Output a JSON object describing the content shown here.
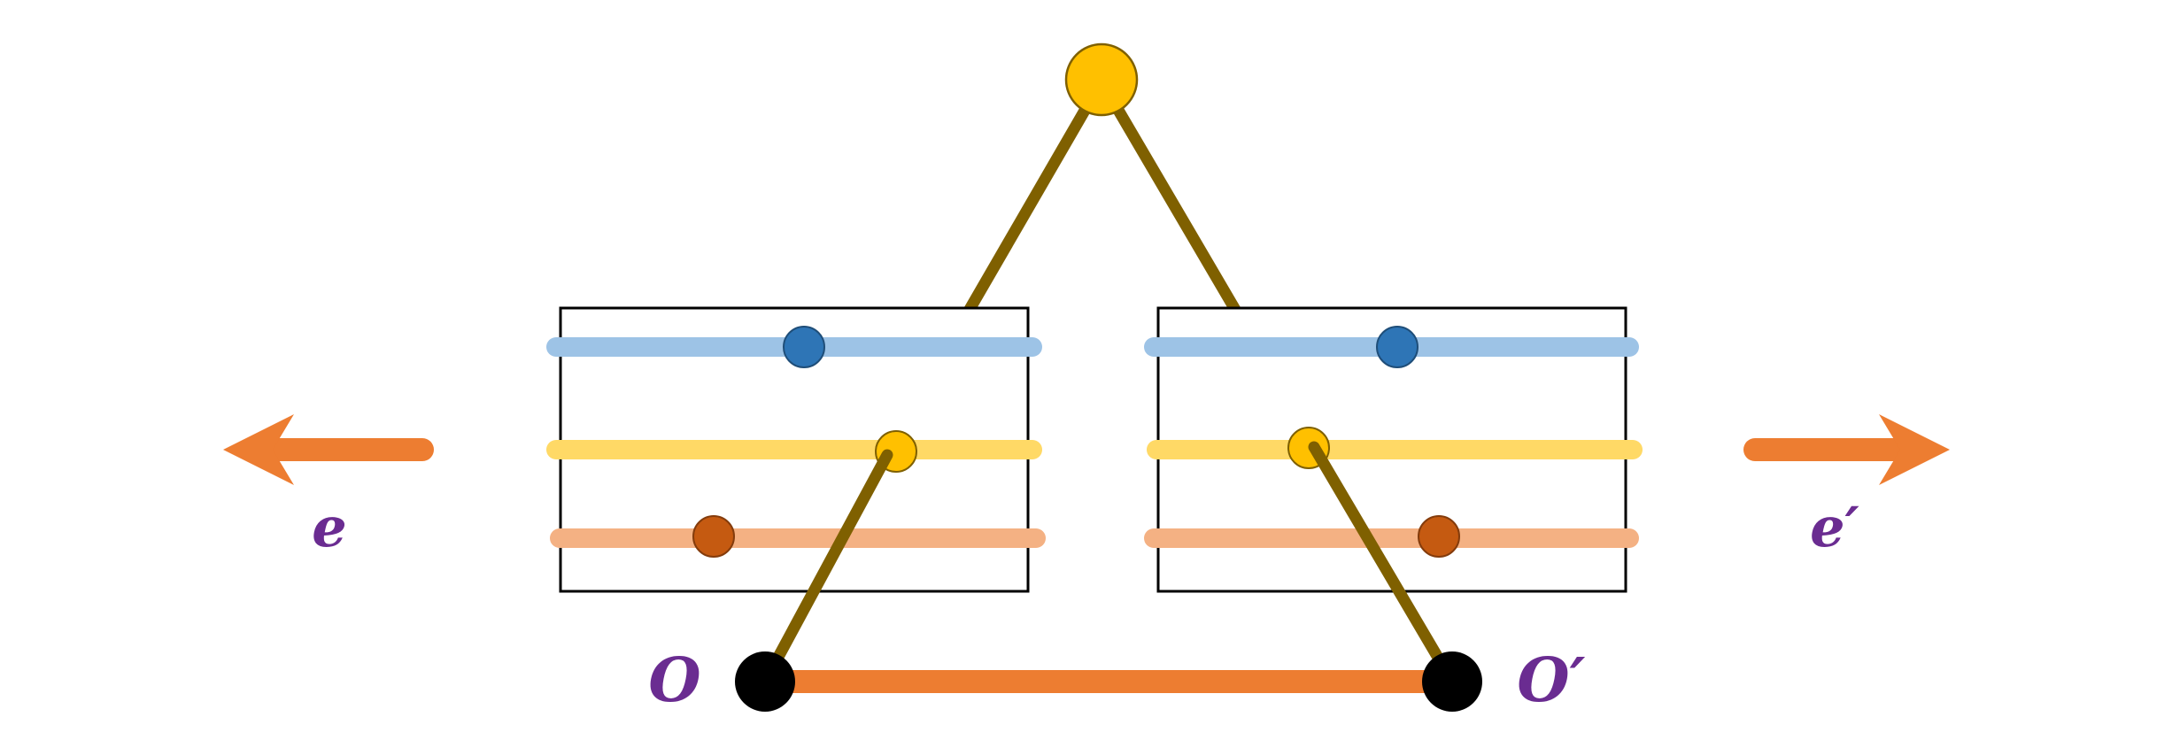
{
  "colors": {
    "background": "#ffffff",
    "rod": "#7f6000",
    "arrow": "#ed7d31",
    "baseline": "#ed7d31",
    "top_node": "#ffc000",
    "blue_rail": "#9dc3e6",
    "blue_bead": "#2e75b6",
    "yellow_rail": "#ffd966",
    "yellow_bead": "#ffc000",
    "orange_rail": "#f4b183",
    "orange_bead": "#c55a11",
    "endpoint": "#000000",
    "label_text": "#6a2c91",
    "box_border": "#000000"
  },
  "labels": {
    "left_arrow": "e",
    "right_arrow": "e′",
    "left_endpoint": "O",
    "right_endpoint": "O′"
  }
}
